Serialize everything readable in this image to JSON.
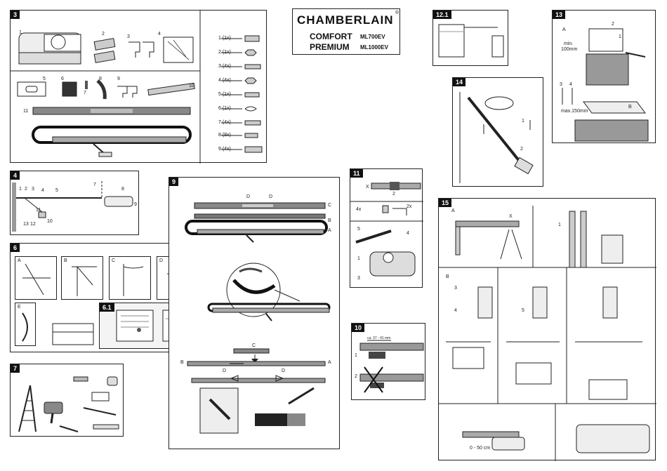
{
  "title": {
    "brand": "CHAMBERLAIN",
    "registered": "®",
    "models": [
      {
        "name": "COMFORT",
        "code": "ML700EV"
      },
      {
        "name": "PREMIUM",
        "code": "ML1000EV"
      }
    ]
  },
  "steps": {
    "s3": "3",
    "s4": "4",
    "s6": "6",
    "s61": "6.1",
    "s7": "7",
    "s9": "9",
    "s10": "10",
    "s11": "11",
    "s121": "12.1",
    "s13": "13",
    "s14": "14",
    "s15": "15"
  },
  "parts_list": [
    "1 (1x)",
    "2 (1x)",
    "3 (4x)",
    "4 (4x)",
    "5 (1x)",
    "6 (1x)",
    "7 (4x)",
    "8 (8x)",
    "9 (4x)"
  ],
  "part_numbers_top": [
    "1",
    "2",
    "3",
    "4"
  ],
  "part_numbers_mid": [
    "5",
    "6",
    "7",
    "8",
    "9",
    "10"
  ],
  "part_number_rail": "11",
  "step4_labels": [
    "1",
    "2",
    "3",
    "4",
    "5",
    "7",
    "8",
    "9",
    "10",
    "11",
    "12",
    "13"
  ],
  "step6_labels": [
    "A",
    "B",
    "C",
    "D",
    "E"
  ],
  "step9_labels": {
    "d1": "D",
    "d2": "D",
    "c": "C",
    "b": "B",
    "a": "A",
    "b2": "B",
    "a2": "A",
    "c2": "C",
    "d3": "D",
    "d4": "D"
  },
  "step10": {
    "measure": "ca. 37 - 41 mm",
    "n1": "1",
    "n2": "2"
  },
  "step11": {
    "x": "X",
    "n2": "2",
    "qty4": "4x",
    "qty2": "2x",
    "n5": "5",
    "n4": "4",
    "n1": "1",
    "n3": "3"
  },
  "step13": {
    "a": "A",
    "n2": "2",
    "n1": "1",
    "n3": "3",
    "n4": "4",
    "min": "min.",
    "min_val": "100mm",
    "max": "max.150mm",
    "b": "B"
  },
  "step14": {
    "n1": "1",
    "n2": "2"
  },
  "step15": {
    "a": "A",
    "x": "X",
    "n1": "1",
    "b": "B",
    "n3": "3",
    "n4": "4",
    "n5": "5",
    "range": "0 - 50 cm"
  }
}
